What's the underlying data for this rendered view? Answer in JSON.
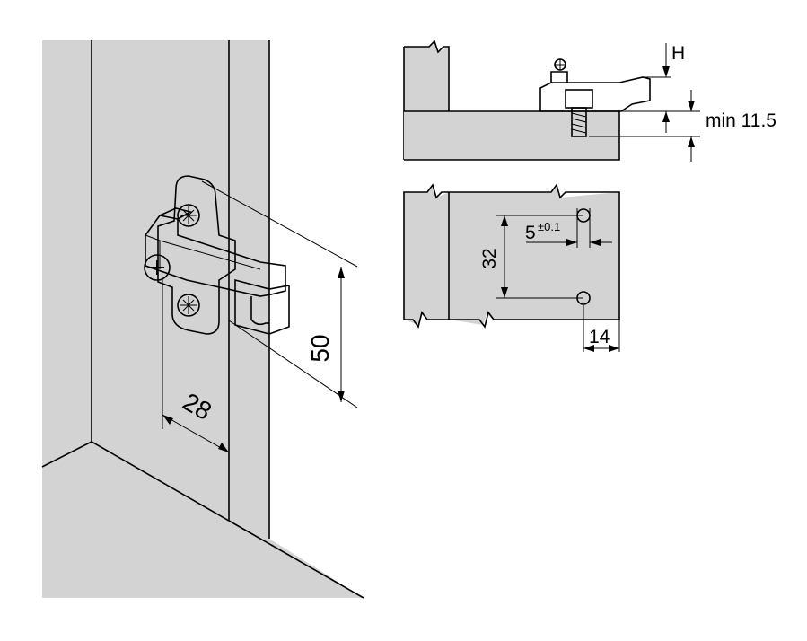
{
  "colors": {
    "panel_fill": "#d3d3d3",
    "line": "#000000",
    "part_fill": "#ffffff"
  },
  "labels": {
    "dim_28": "28",
    "dim_50": "50",
    "dim_H": "H",
    "dim_min": "min 11.5",
    "dim_5_main": "5",
    "dim_5_tol": "±0.1",
    "dim_32": "32",
    "dim_14": "14"
  }
}
